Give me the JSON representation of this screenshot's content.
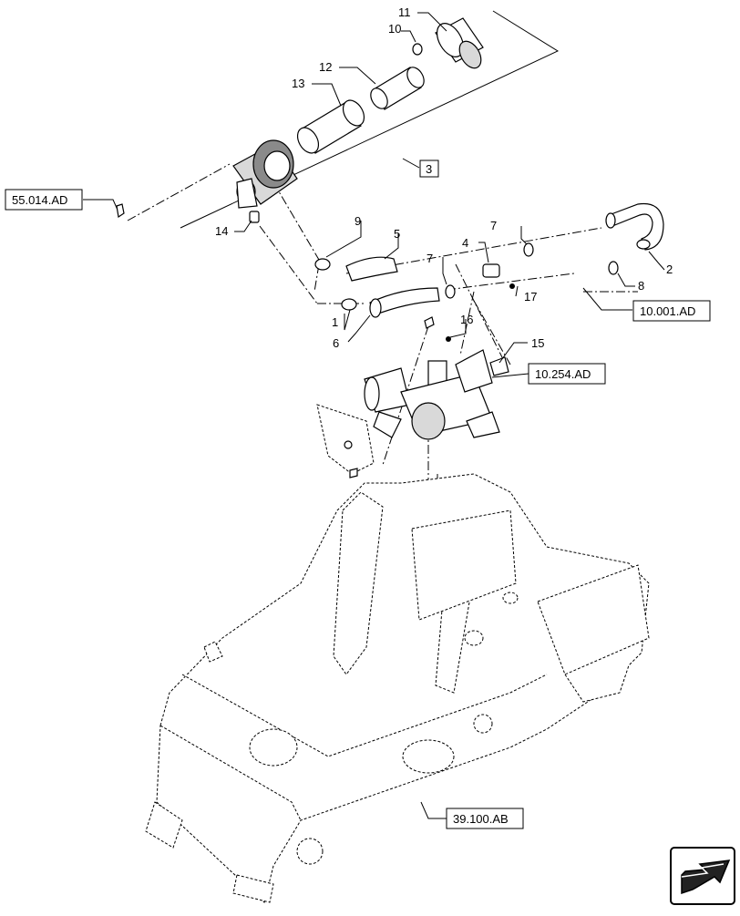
{
  "callouts": {
    "c1": "1",
    "c2": "2",
    "c3": "3",
    "c4": "4",
    "c5": "5",
    "c6": "6",
    "c7a": "7",
    "c7b": "7",
    "c8": "8",
    "c9": "9",
    "c10": "10",
    "c11": "11",
    "c12": "12",
    "c13": "13",
    "c14": "14",
    "c15": "15",
    "c16": "16",
    "c17": "17"
  },
  "references": {
    "r55014": "55.014.AD",
    "r10001": "10.001.AD",
    "r10254": "10.254.AD",
    "r39100": "39.100.AB"
  },
  "icons": {
    "nav": "direction-arrow-icon"
  }
}
